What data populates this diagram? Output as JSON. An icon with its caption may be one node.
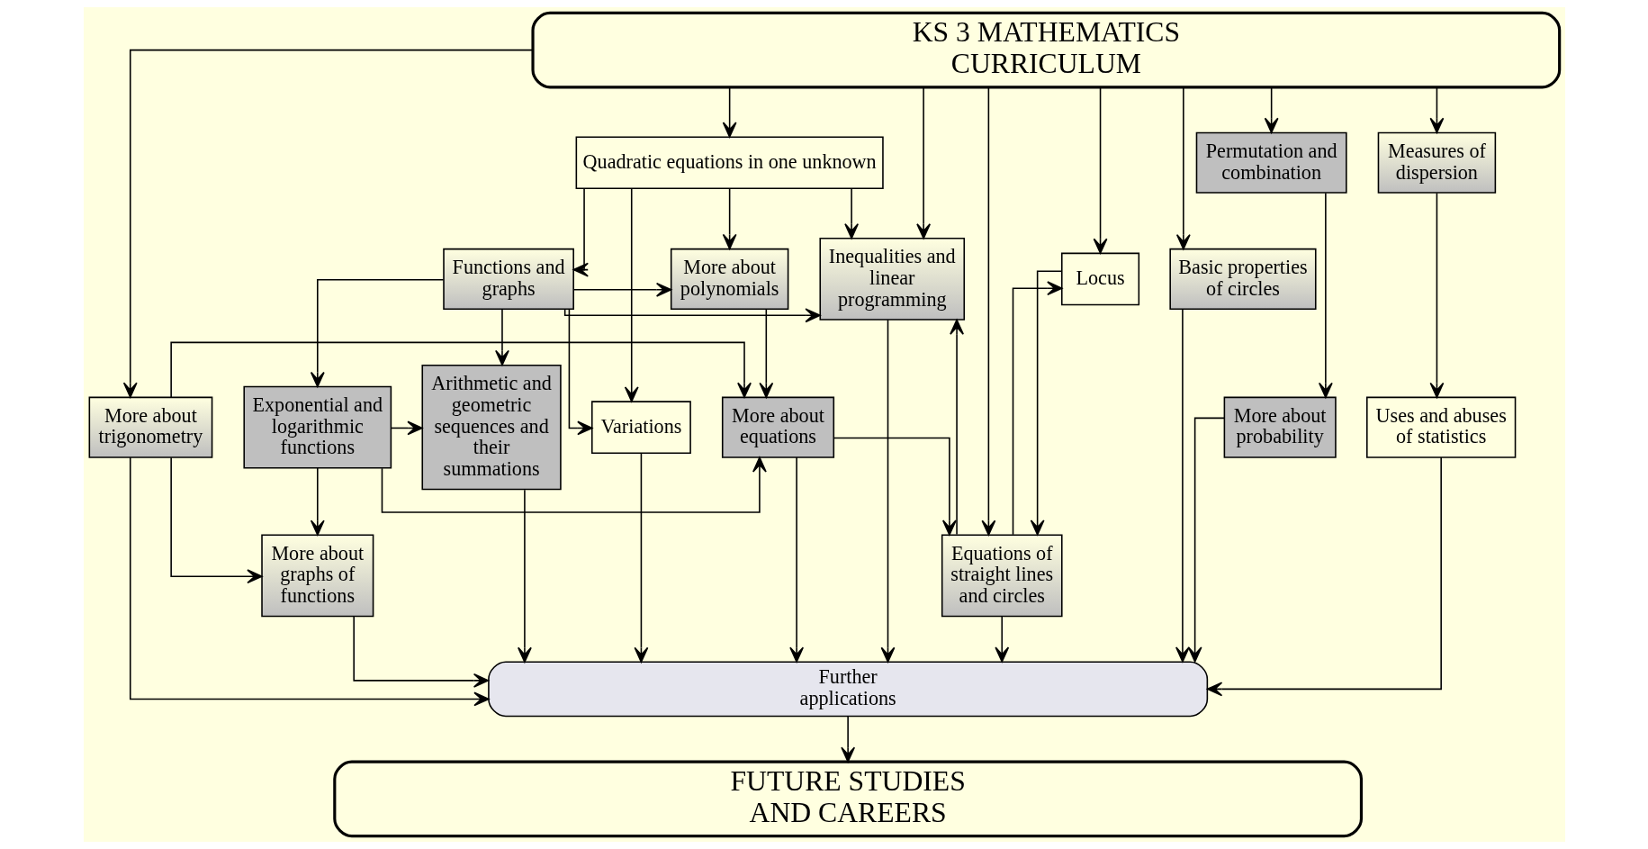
{
  "diagram": {
    "nodes": [
      {
        "text": [
          "KS 3 MATHEMATICS CURRICULUM"
        ]
      },
      {
        "text": [
          "Quadratic equations in one unknown"
        ]
      },
      {
        "text": [
          "Inequalities and linear programming"
        ]
      },
      {
        "text": [
          "Functions and graphs"
        ]
      },
      {
        "text": [
          "More about polynomials"
        ]
      },
      {
        "text": [
          "Equations of straight lines and circles"
        ]
      },
      {
        "text": [
          "Locus"
        ]
      },
      {
        "text": [
          "Basic properties of circles"
        ]
      },
      {
        "text": [
          "Permutation and combination"
        ]
      },
      {
        "text": [
          "Measures of dispersion"
        ]
      },
      {
        "text": [
          "Arithmetic and geometric sequences and their summations"
        ]
      },
      {
        "text": [
          "Exponential and logarithmic functions"
        ]
      },
      {
        "text": [
          "More about equations"
        ]
      },
      {
        "text": [
          "More about probability"
        ]
      },
      {
        "text": [
          "Uses and abuses of statistics"
        ]
      },
      {
        "text": [
          "Variations"
        ]
      },
      {
        "text": [
          "More about graphs of functions"
        ]
      },
      {
        "text": [
          "More about trigonometry"
        ]
      },
      {
        "text": [
          "Further applications"
        ]
      },
      {
        "text": [
          "FUTURE STUDIES AND CAREERS"
        ]
      }
    ],
    "edges": [
      {
        "from": 0,
        "to": 2,
        "arrow": "to"
      },
      {
        "from": 0,
        "to": 1,
        "arrow": "to"
      },
      {
        "from": 0,
        "to": 5,
        "arrow": "to"
      },
      {
        "from": 0,
        "to": 6,
        "arrow": "to"
      },
      {
        "from": 0,
        "to": 17,
        "arrow": "to"
      },
      {
        "from": 0,
        "to": 7,
        "arrow": "to"
      },
      {
        "from": 0,
        "to": 8,
        "arrow": "to"
      },
      {
        "from": 0,
        "to": 9,
        "arrow": "to"
      },
      {
        "from": 1,
        "to": 2,
        "arrow": "to"
      },
      {
        "from": 1,
        "to": 15,
        "arrow": "to"
      },
      {
        "from": 1,
        "to": 3,
        "arrow": "to"
      },
      {
        "from": 1,
        "to": 4,
        "arrow": "to"
      },
      {
        "from": 3,
        "to": 2,
        "arrow": "to"
      },
      {
        "from": 3,
        "to": 15,
        "arrow": "to"
      },
      {
        "from": 3,
        "to": 4,
        "arrow": "to"
      },
      {
        "from": 5,
        "to": 2,
        "arrow": "to"
      },
      {
        "from": 3,
        "to": 10,
        "arrow": "to"
      },
      {
        "from": 3,
        "to": 11,
        "arrow": "to"
      },
      {
        "from": 4,
        "to": 12,
        "arrow": "to"
      },
      {
        "from": 12,
        "to": 5,
        "arrow": "to"
      },
      {
        "from": 5,
        "to": 6,
        "arrow": "to"
      },
      {
        "from": 6,
        "to": 5,
        "arrow": "to"
      },
      {
        "from": 8,
        "to": 13,
        "arrow": "to"
      },
      {
        "from": 9,
        "to": 14,
        "arrow": "to"
      },
      {
        "from": 11,
        "to": 10,
        "arrow": "to"
      },
      {
        "from": 11,
        "to": 12,
        "arrow": "to"
      },
      {
        "from": 11,
        "to": 16,
        "arrow": "to"
      },
      {
        "from": 17,
        "to": 12,
        "arrow": "to"
      },
      {
        "from": 17,
        "to": 16,
        "arrow": "to"
      },
      {
        "from": 2,
        "to": 18,
        "arrow": "to"
      },
      {
        "from": 15,
        "to": 18,
        "arrow": "to"
      },
      {
        "from": 10,
        "to": 18,
        "arrow": "to"
      },
      {
        "from": 16,
        "to": 18,
        "arrow": "to"
      },
      {
        "from": 12,
        "to": 18,
        "arrow": "to"
      },
      {
        "from": 5,
        "to": 18,
        "arrow": "to"
      },
      {
        "from": 17,
        "to": 18,
        "arrow": "to"
      },
      {
        "from": 7,
        "to": 18,
        "arrow": "to"
      },
      {
        "from": 13,
        "to": 18,
        "arrow": "to"
      },
      {
        "from": 14,
        "to": 18,
        "arrow": "to"
      },
      {
        "from": 18,
        "to": 19,
        "arrow": "to"
      }
    ]
  }
}
